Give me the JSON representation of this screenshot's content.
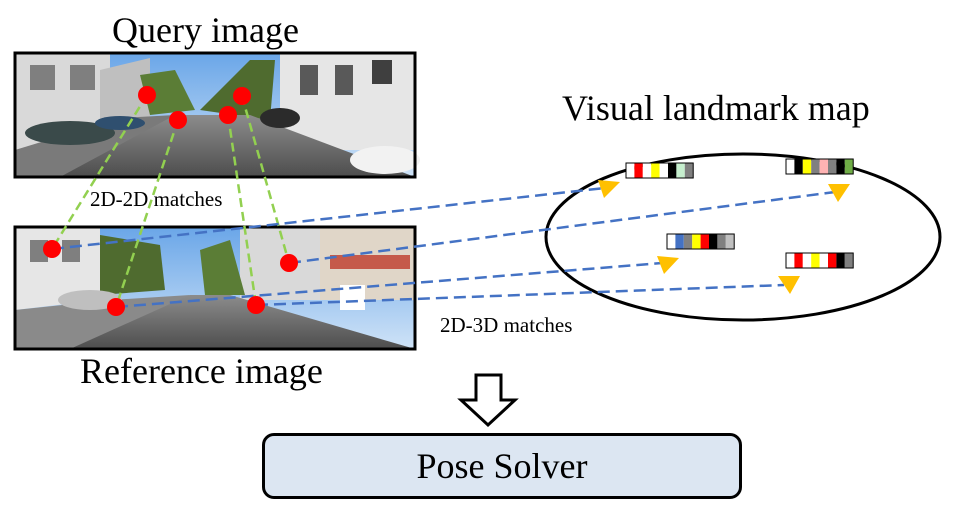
{
  "labels": {
    "query_title": "Query image",
    "reference_title": "Reference image",
    "map_title": "Visual landmark map",
    "matches_2d2d": "2D-2D matches",
    "matches_2d3d": "2D-3D matches",
    "solver": "Pose Solver"
  },
  "colors": {
    "keypoint": "#ff0000",
    "match_2d2d_line": "#92d050",
    "match_2d3d_line": "#4472c4",
    "landmark_arrow": "#ffc000",
    "solver_fill": "#dce6f2"
  },
  "landmark_descriptors": [
    [
      "#ffffff",
      "#ff0000",
      "#ffffff",
      "#ffff00",
      "#ffffff",
      "#000000",
      "#c6efce",
      "#808080"
    ],
    [
      "#ffffff",
      "#000000",
      "#ffff00",
      "#808080",
      "#ffb3b3",
      "#808080",
      "#000000",
      "#70ad47"
    ],
    [
      "#ffffff",
      "#4472c4",
      "#808080",
      "#ffff00",
      "#ff0000",
      "#000000",
      "#808080",
      "#c0c0c0"
    ],
    [
      "#ffffff",
      "#ff0000",
      "#ffffff",
      "#ffff00",
      "#ffffff",
      "#ff0000",
      "#000000",
      "#808080"
    ]
  ],
  "icons": {
    "down_arrow": "hollow-down-arrow-icon"
  }
}
